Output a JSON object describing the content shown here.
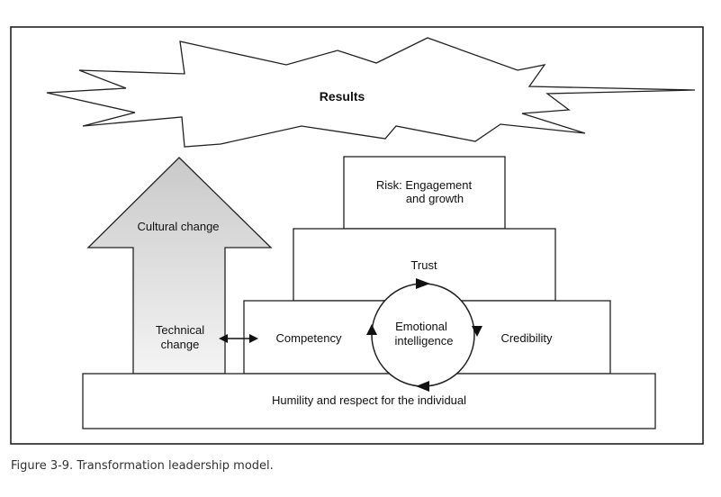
{
  "diagram": {
    "results": "Results",
    "risk_line1": "Risk: Engagement",
    "risk_line2": "and growth",
    "trust": "Trust",
    "cultural_change": "Cultural change",
    "technical_line1": "Technical",
    "technical_line2": "change",
    "competency": "Competency",
    "ei_line1": "Emotional",
    "ei_line2": "intelligence",
    "credibility": "Credibility",
    "foundation": "Humility and respect for the individual"
  },
  "caption": "Figure 3-9. Transformation leadership model."
}
